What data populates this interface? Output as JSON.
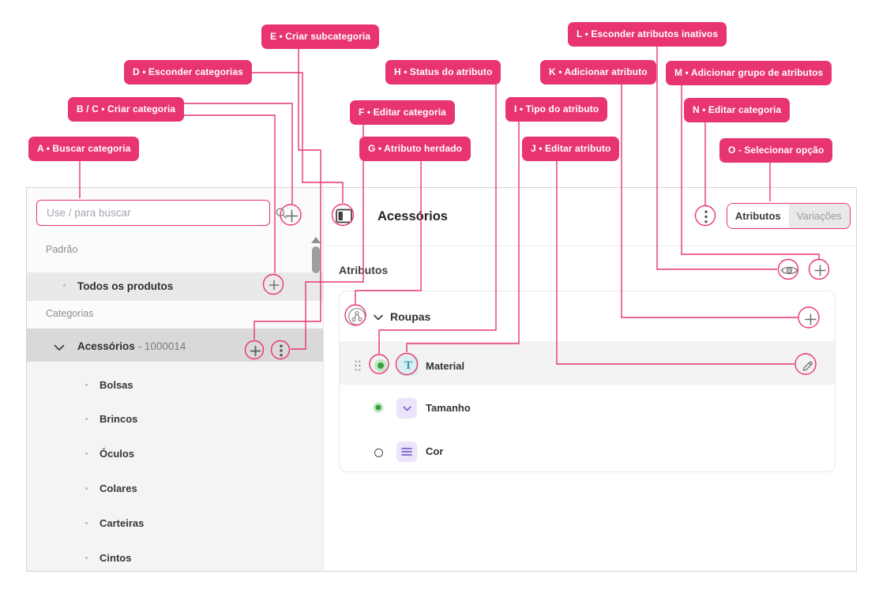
{
  "annotations": {
    "A": "A • Buscar categoria",
    "B": "B / C • Criar categoria",
    "D": "D • Esconder categorias",
    "E": "E • Criar subcategoria",
    "F": "F • Editar categoria",
    "G": "G • Atributo herdado",
    "H": "H • Status do atributo",
    "I": "I • Tipo do atributo",
    "J": "J • Editar atributo",
    "K": "K • Adicionar atributo",
    "L": "L • Esconder atributos inativos",
    "M": "M • Adicionar grupo de atributos",
    "N": "N • Editar categoria",
    "O": "O - Selecionar opção"
  },
  "sidebar": {
    "search": {
      "placeholder": "Use / para buscar"
    },
    "section_default_label": "Padrão",
    "default_item": "Todos os produtos",
    "section_categories_label": "Categorias",
    "selected_category": {
      "name": "Acessórios",
      "code": "- 1000014"
    },
    "children": [
      "Bolsas",
      "Brincos",
      "Óculos",
      "Colares",
      "Carteiras",
      "Cintos"
    ]
  },
  "main": {
    "title": "Acessórios",
    "tabs": [
      {
        "label": "Atributos"
      },
      {
        "label": "Variações"
      }
    ],
    "active_tab": "Atributos",
    "section_label": "Atributos",
    "group": {
      "name": "Roupas",
      "attributes": [
        {
          "name": "Material",
          "type": "text",
          "type_glyph": "T",
          "status": "active"
        },
        {
          "name": "Tamanho",
          "type": "select",
          "status": "active"
        },
        {
          "name": "Cor",
          "type": "list",
          "status": "inactive"
        }
      ]
    }
  },
  "colors": {
    "annotation_pink": "#E8356F",
    "active_green": "#3AA03E",
    "type_text_teal": "#2D9FB0",
    "type_option_purple": "#7A5FD0"
  }
}
